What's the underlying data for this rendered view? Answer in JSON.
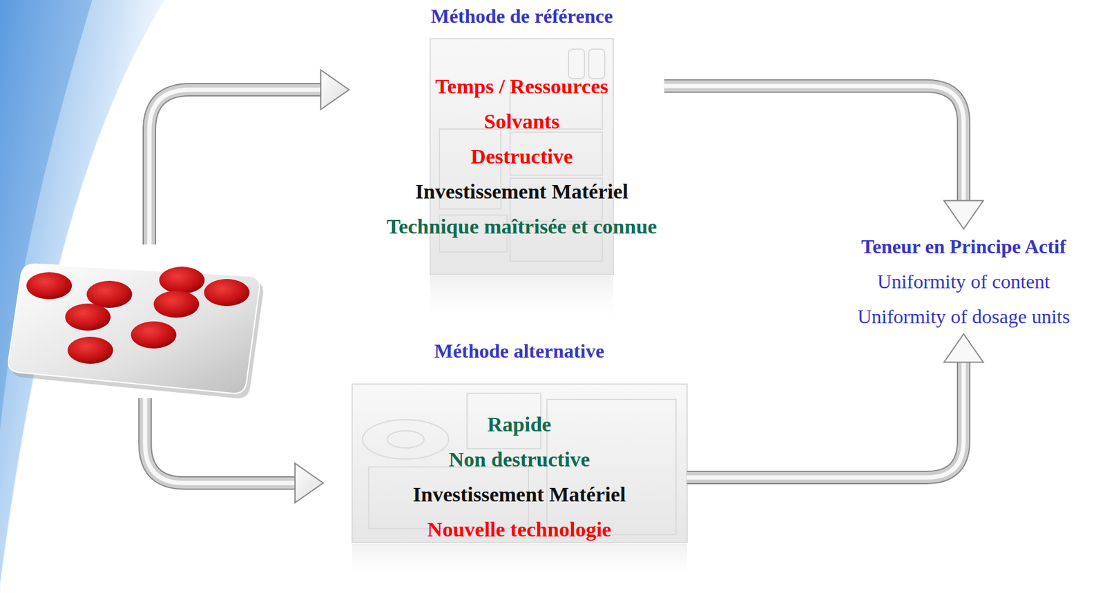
{
  "diagram": {
    "nodes": [
      {
        "text": [
          "Méthode de référence",
          "Temps / Ressources",
          "Solvants",
          "Destructive",
          "Investissement Matériel",
          "Technique maîtrisée et connue"
        ]
      },
      {
        "text": [
          "Méthode alternative",
          "Rapide",
          "Non destructive",
          "Investissement Matériel",
          "Nouvelle technologie"
        ]
      },
      {
        "text": [
          "Teneur en Principe Actif",
          "Uniformity of content",
          "Uniformity of dosage units"
        ]
      }
    ],
    "edges": [
      {
        "from": 0,
        "to": 2,
        "arrow": "to"
      },
      {
        "from": 1,
        "to": 2,
        "arrow": "to"
      }
    ]
  }
}
